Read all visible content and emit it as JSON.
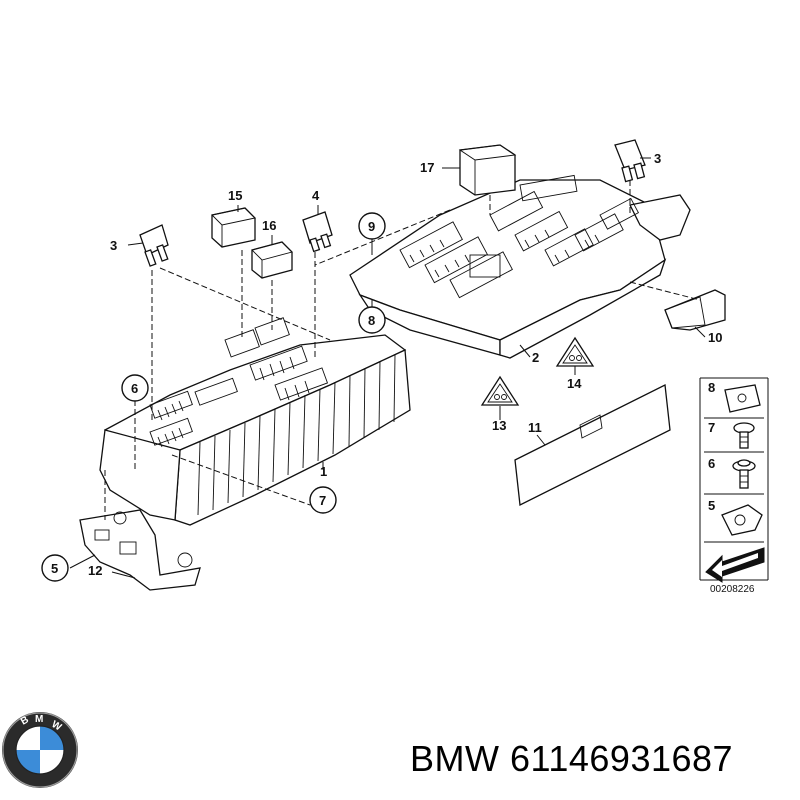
{
  "labels": {
    "p1": "1",
    "p2": "2",
    "p3a": "3",
    "p3b": "3",
    "p4": "4",
    "p5a": "5",
    "p5b": "5",
    "p6a": "6",
    "p6b": "6",
    "p7a": "7",
    "p7b": "7",
    "p8a": "8",
    "p8b": "8",
    "p9": "9",
    "p10": "10",
    "p11": "11",
    "p12": "12",
    "p13": "13",
    "p14": "14",
    "p15": "15",
    "p16": "16",
    "p17": "17"
  },
  "reference_number": "00208226",
  "caption": "BMW 61146931687",
  "logo_text": "BMW",
  "colors": {
    "line": "#111111",
    "background": "#ffffff",
    "bmw_blue": "#3c8cd8"
  }
}
